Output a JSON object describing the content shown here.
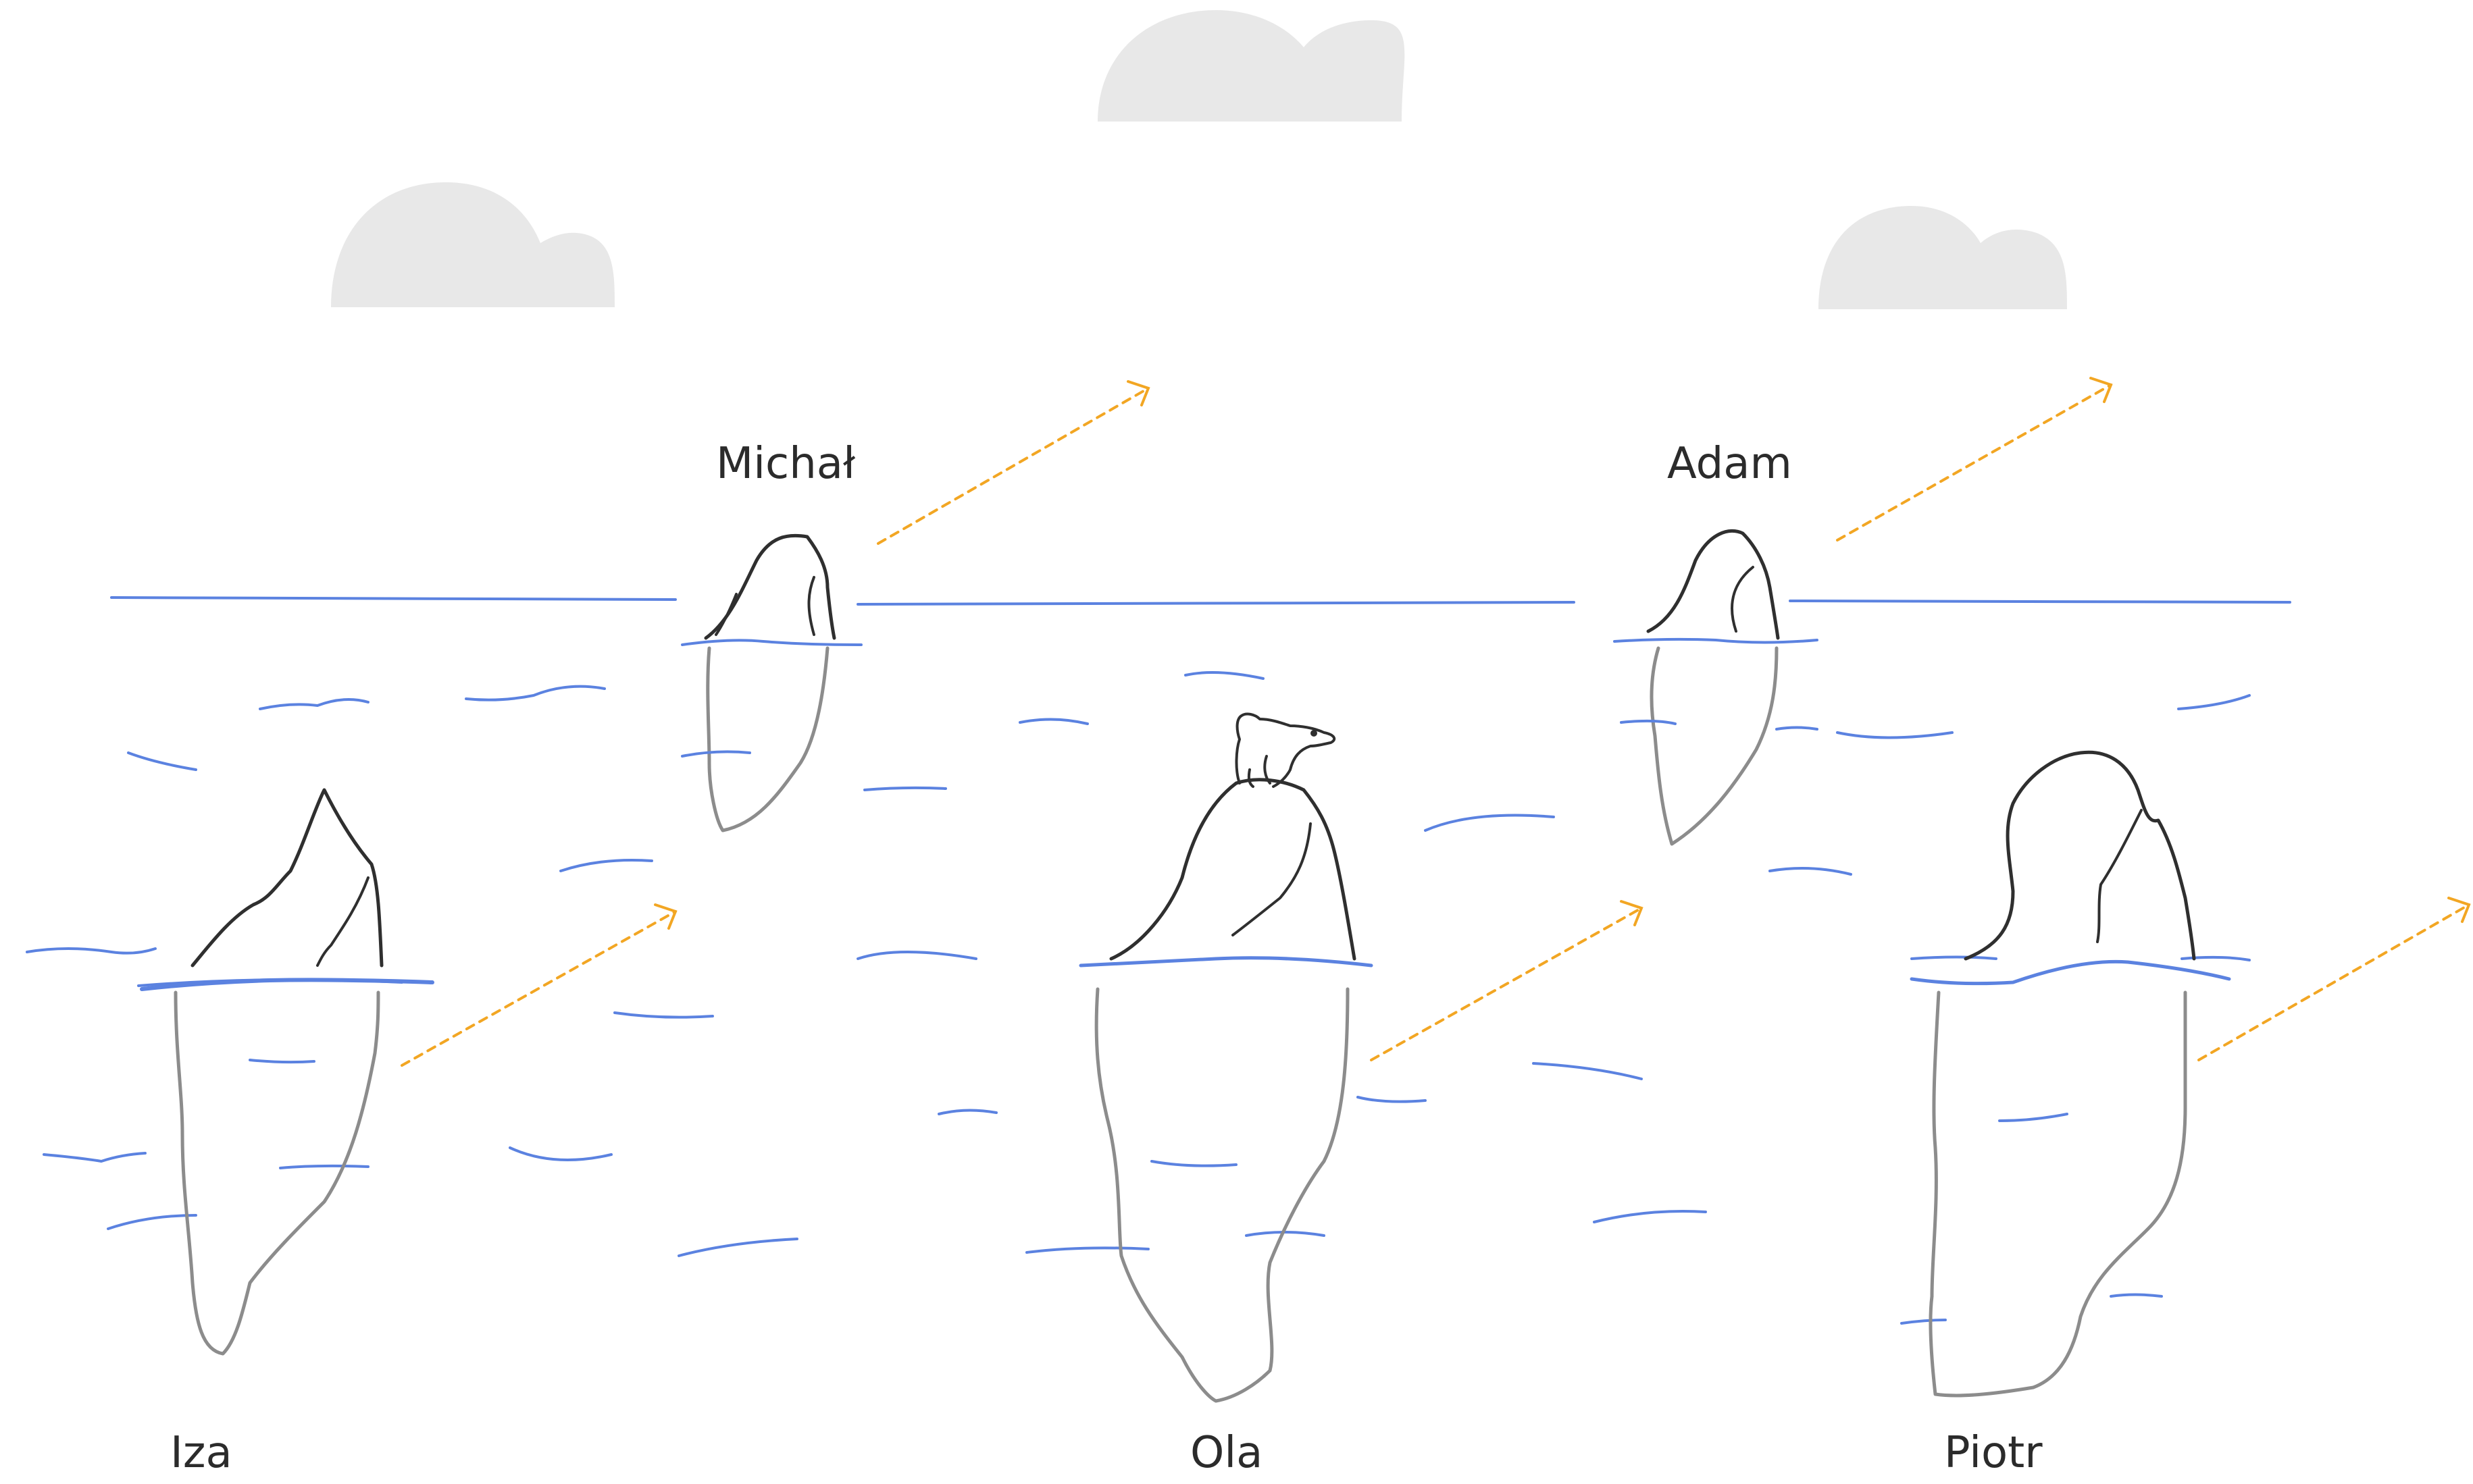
{
  "labels": {
    "michal": "Michał",
    "adam": "Adam",
    "iza": "Iza",
    "ola": "Ola",
    "piotr": "Piotr"
  },
  "colors": {
    "cloud": "#e8e8e8",
    "water": "#5b82e0",
    "iceberg_top": "#2f2f2f",
    "iceberg_bottom": "#8c8c8c",
    "arrow": "#f2a623"
  }
}
